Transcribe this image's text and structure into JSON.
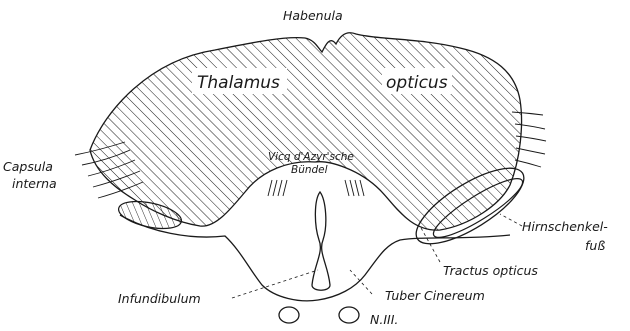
{
  "labels": {
    "habenula": "Habenula",
    "thalamus": "Thalamus",
    "opticus": "opticus",
    "capsula_line1": "Capsula",
    "capsula_line2": "interna",
    "vicq_line1": "Vicq d'Azyr'sche",
    "vicq_line2": "Bündel",
    "hirnschenkel_line1": "Hirnschenkel-",
    "hirnschenkel_line2": "fuß",
    "tractus": "Tractus opticus",
    "infundibulum": "Infundibulum",
    "tuber": "Tuber Cinereum",
    "n3": "N.III."
  },
  "colors": {
    "ink": "#1a1a1a",
    "background": "#ffffff"
  }
}
